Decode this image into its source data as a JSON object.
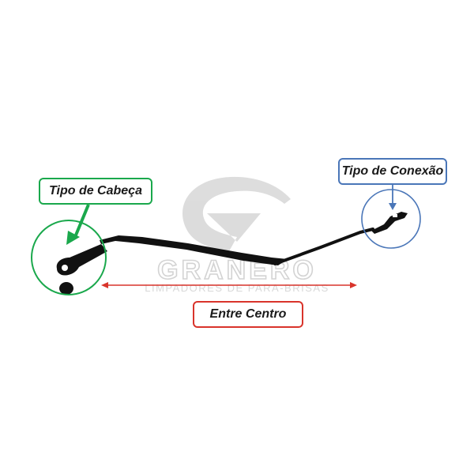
{
  "labels": {
    "head_type": "Tipo de Cabeça",
    "connection_type": "Tipo de Conexão",
    "center_distance": "Entre Centro"
  },
  "watermark": {
    "brand": "GRANERO",
    "tagline": "LIMPADORES DE PARA-BRISAS"
  },
  "colors": {
    "head": "#1aa84c",
    "connection": "#4a76b8",
    "center": "#d9342b",
    "arm": "#111111",
    "watermark": "#d8d8d8"
  }
}
